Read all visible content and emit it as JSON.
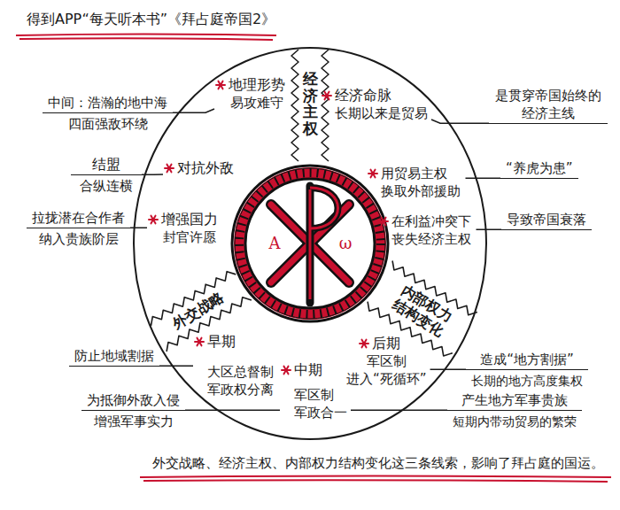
{
  "diagram": {
    "title": "得到APP“每天听本书”《拜占庭帝国2》",
    "caption": "外交战略、经济主权、内部权力结构变化这三条线索，影响了拜占庭的国运。",
    "nodes": [
      {
        "text": [
          "经济主权",
          "外交战略",
          "内部权力结构变化"
        ]
      },
      {
        "text": [
          "地理形势",
          "易攻难守"
        ],
        "in": 0
      },
      {
        "text": [
          "经济命脉",
          "长期以来是贸易"
        ],
        "in": 0
      },
      {
        "text": [
          "对抗外敌"
        ],
        "in": 0
      },
      {
        "text": [
          "用贸易主权 换取外部援助"
        ],
        "in": 0
      },
      {
        "text": [
          "增强国力",
          "封官许愿"
        ],
        "in": 0
      },
      {
        "text": [
          "在利益冲突下 丧失经济主权"
        ],
        "in": 0
      },
      {
        "text": [
          "早期",
          "大区总督制",
          "军政权分离"
        ],
        "in": 0
      },
      {
        "text": [
          "中期",
          "军区制",
          "军政合一"
        ],
        "in": 0
      },
      {
        "text": [
          "后期",
          "军区制",
          "进入“死循环”"
        ],
        "in": 0
      },
      {
        "text": [
          "中间：浩瀚的地中海",
          "四面强敌环绕"
        ]
      },
      {
        "text": [
          "结盟",
          "合纵连横"
        ]
      },
      {
        "text": [
          "拉拢潜在合作者",
          "纳入贵族阶层"
        ]
      },
      {
        "text": [
          "是贯穿帝国始终的经济主线"
        ]
      },
      {
        "text": [
          "“养虎为患”"
        ]
      },
      {
        "text": [
          "导致帝国衰落"
        ]
      },
      {
        "text": [
          "防止地域割据"
        ]
      },
      {
        "text": [
          "为抵御外敌入侵",
          "增强军事实力"
        ]
      },
      {
        "text": [
          "造成“地方割据”",
          "长期的地方高度集权"
        ]
      },
      {
        "text": [
          "产生地方军事贵族",
          "短期内带动贸易的繁荣"
        ]
      }
    ],
    "edges": [
      {
        "from": 1,
        "to": 10,
        "arrow": "none"
      },
      {
        "from": 3,
        "to": 11,
        "arrow": "none"
      },
      {
        "from": 5,
        "to": 12,
        "arrow": "none"
      },
      {
        "from": 2,
        "to": 13,
        "arrow": "none"
      },
      {
        "from": 4,
        "to": 14,
        "arrow": "none"
      },
      {
        "from": 6,
        "to": 15,
        "arrow": "none"
      },
      {
        "from": 7,
        "to": 16,
        "arrow": "none"
      },
      {
        "from": 8,
        "to": 17,
        "arrow": "none"
      },
      {
        "from": 9,
        "to": 18,
        "arrow": "none"
      },
      {
        "from": 8,
        "to": 19,
        "arrow": "none"
      }
    ],
    "labels": [
      "A",
      "ω"
    ]
  }
}
